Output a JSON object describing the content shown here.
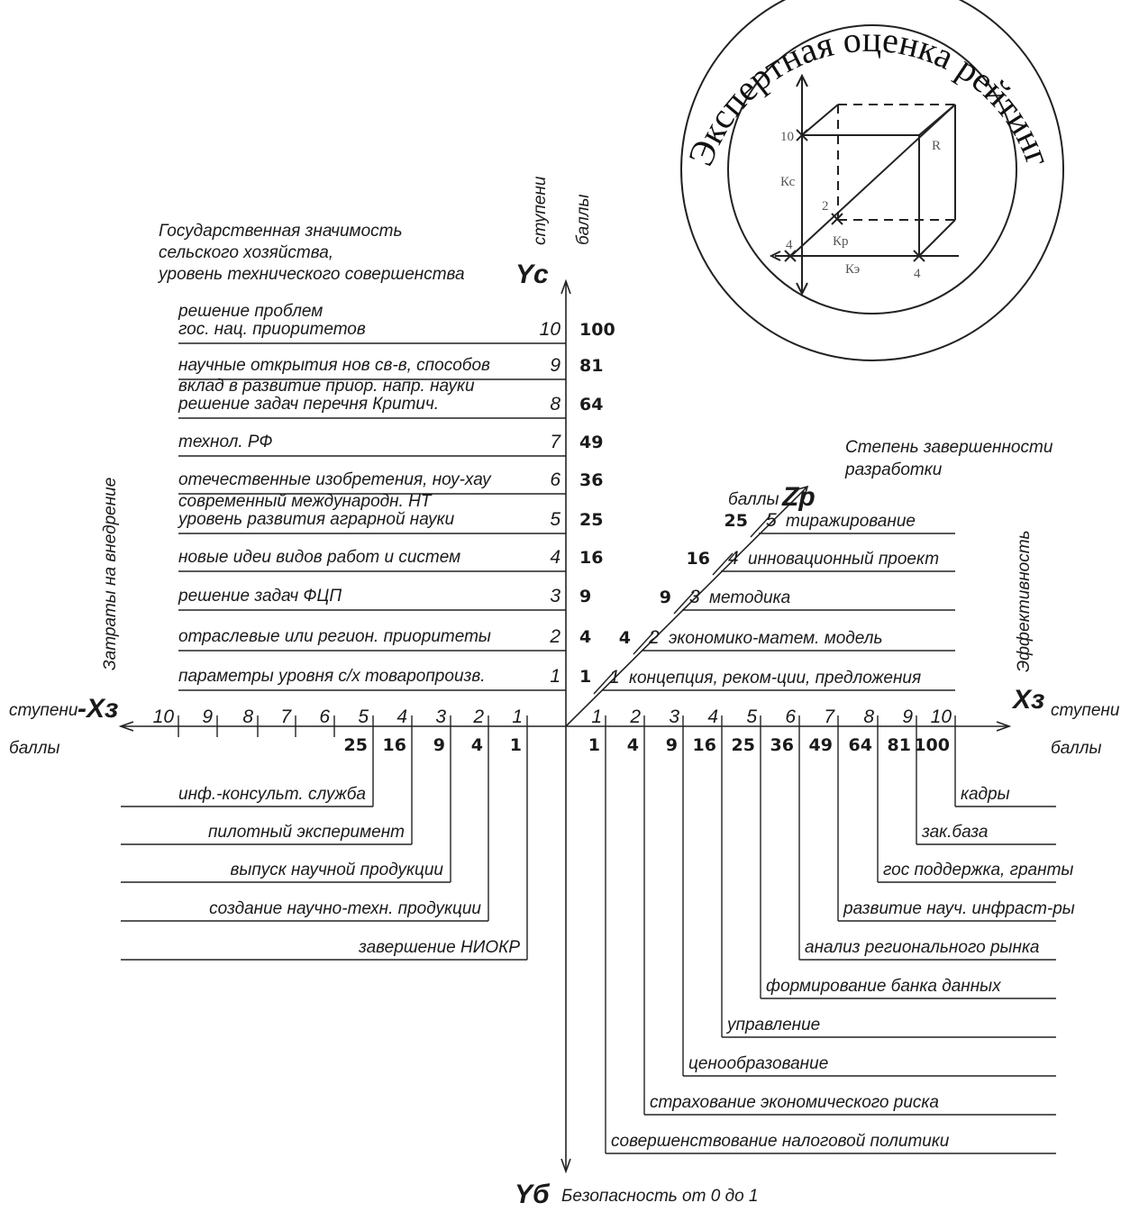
{
  "seal": {
    "title": "Экспертная оценка рейтинг",
    "labels": {
      "ten": "10",
      "two": "2",
      "four_left": "4",
      "four_right": "4",
      "kc": "Кс",
      "kp": "Кр",
      "ke": "Кэ",
      "r": "R"
    }
  },
  "axes": {
    "yc_title_lines": [
      "Государственная значимость",
      "сельского хозяйства,",
      "уровень технического совершенства"
    ],
    "yc_symbol": "Yc",
    "yc_steps_caption": "ступени",
    "yc_points_caption": "баллы",
    "xz_neg_symbol": "-Xз",
    "xz_pos_symbol": "Xз",
    "left_steps_caption": "ступени",
    "left_points_caption": "баллы",
    "right_steps_caption": "ступени",
    "right_points_caption": "баллы",
    "vertical_left_caption": "Затраты на внедрение",
    "vertical_right_caption": "Эффективность",
    "zp_symbol": "Zp",
    "zp_points_caption": "баллы",
    "zp_title_lines": [
      "Степень завершенности",
      "разработки"
    ],
    "yb_symbol": "Yб",
    "yb_caption": "Безопасность от 0 до 1"
  },
  "yc_levels": [
    {
      "step": "10",
      "points": "100",
      "lines": [
        "решение проблем",
        "гос. нац. приоритетов"
      ]
    },
    {
      "step": "9",
      "points": "81",
      "lines": [
        "научные открытия нов св-в, способов"
      ]
    },
    {
      "step": "8",
      "points": "64",
      "lines": [
        "вклад в развитие приор. напр. науки",
        "решение задач перечня Критич."
      ]
    },
    {
      "step": "7",
      "points": "49",
      "lines": [
        "технол. РФ"
      ]
    },
    {
      "step": "6",
      "points": "36",
      "lines": [
        "отечественные изобретения, ноу-хау"
      ]
    },
    {
      "step": "5",
      "points": "25",
      "lines": [
        "современный международн. НТ",
        "уровень развития аграрной науки"
      ]
    },
    {
      "step": "4",
      "points": "16",
      "lines": [
        "новые идеи видов работ и систем"
      ]
    },
    {
      "step": "3",
      "points": "9",
      "lines": [
        "решение задач ФЦП"
      ]
    },
    {
      "step": "2",
      "points": "4",
      "lines": [
        "отраслевые или регион. приоритеты"
      ]
    },
    {
      "step": "1",
      "points": "1",
      "lines": [
        "параметры уровня с/х товаропроизв."
      ]
    }
  ],
  "zp_levels": [
    {
      "step": "5",
      "points": "25",
      "label": "тиражирование"
    },
    {
      "step": "4",
      "points": "16",
      "label": "инновационный проект"
    },
    {
      "step": "3",
      "points": "9",
      "label": "методика"
    },
    {
      "step": "2",
      "points": "4",
      "label": "экономико-матем. модель"
    },
    {
      "step": "1",
      "points": "",
      "label": "концепция, реком-ции, предложения"
    }
  ],
  "neg_x": {
    "steps": [
      "10",
      "9",
      "8",
      "7",
      "6",
      "5",
      "4",
      "3",
      "2",
      "1"
    ],
    "points": [
      "25",
      "16",
      "9",
      "4",
      "1"
    ],
    "labels": [
      "инф.-консульт. служба",
      "пилотный эксперимент",
      "выпуск научной продукции",
      "создание научно-техн. продукции",
      "завершение НИОКР"
    ]
  },
  "pos_x": {
    "steps": [
      "1",
      "2",
      "3",
      "4",
      "5",
      "6",
      "7",
      "8",
      "9",
      "10"
    ],
    "points": [
      "1",
      "4",
      "9",
      "16",
      "25",
      "36",
      "49",
      "64",
      "81",
      "100"
    ],
    "labels": [
      "кадры",
      "зак.база",
      "гос поддержка, гранты",
      "развитие науч. инфраст-ры",
      "анализ регионального рынка",
      "формирование банка данных",
      "управление",
      "ценообразование",
      "страхование экономического риска",
      "совершенствование налоговой политики"
    ]
  }
}
